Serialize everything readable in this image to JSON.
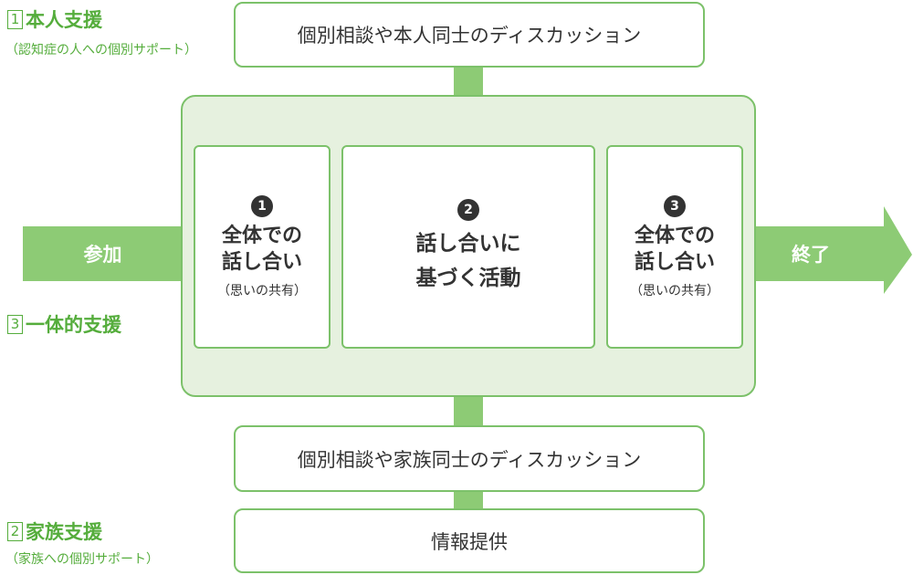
{
  "sections": {
    "individual": {
      "num": "1",
      "title": "本人支援",
      "subtitle": "（認知症の人への個別サポート）"
    },
    "unified": {
      "num": "3",
      "title": "一体的支援"
    },
    "family": {
      "num": "2",
      "title": "家族支援",
      "subtitle": "（家族への個別サポート）"
    }
  },
  "boxes": {
    "top": "個別相談や本人同士のディスカッション",
    "family_discussion": "個別相談や家族同士のディスカッション",
    "info": "情報提供"
  },
  "flow": {
    "start": "参加",
    "end": "終了"
  },
  "steps": [
    {
      "num": "1",
      "line1": "全体での",
      "line2": "話し合い",
      "sub": "（思いの共有）"
    },
    {
      "num": "2",
      "line1": "話し合いに",
      "line2": "基づく活動"
    },
    {
      "num": "3",
      "line1": "全体での",
      "line2": "話し合い",
      "sub": "（思いの共有）"
    }
  ],
  "colors": {
    "green": "#55ad3c",
    "border": "#7cc16a",
    "panel": "#e6f1df",
    "band": "#8dcb75"
  }
}
